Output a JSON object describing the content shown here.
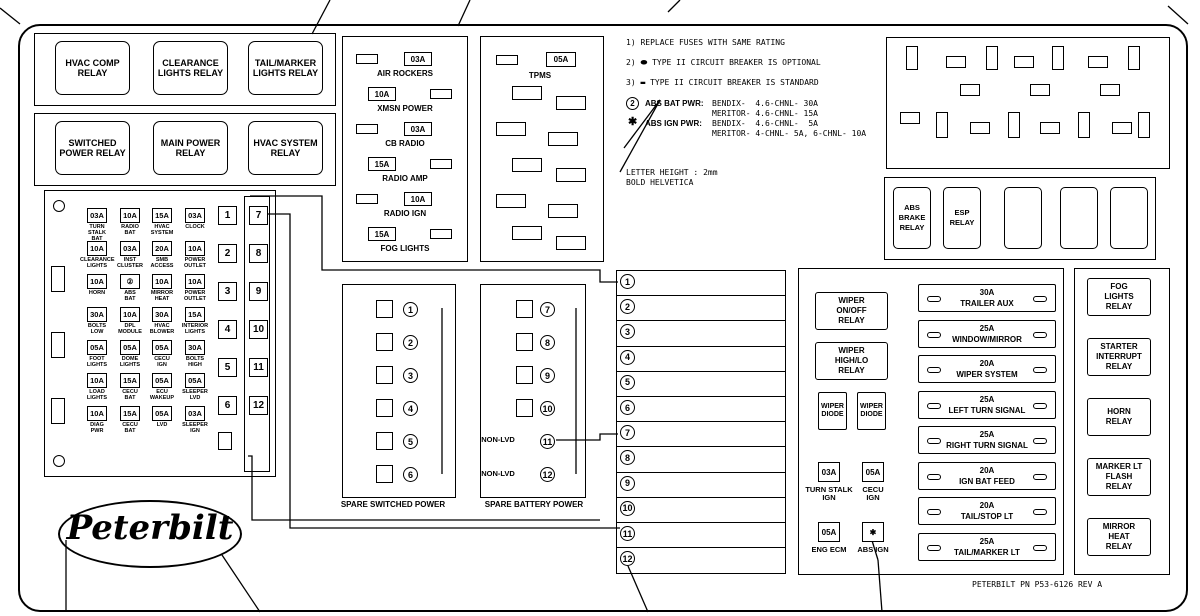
{
  "relays_top": [
    "HVAC COMP\nRELAY",
    "CLEARANCE\nLIGHTS RELAY",
    "TAIL/MARKER\nLIGHTS RELAY"
  ],
  "relays_second": [
    "SWITCHED\nPOWER RELAY",
    "MAIN POWER\nRELAY",
    "HVAC SYSTEM\nRELAY"
  ],
  "fuse_grid": [
    [
      {
        "amp": "03A",
        "label": "TURN STALK\nBAT"
      },
      {
        "amp": "10A",
        "label": "RADIO\nBAT"
      },
      {
        "amp": "15A",
        "label": "HVAC\nSYSTEM"
      },
      {
        "amp": "03A",
        "label": "CLOCK"
      }
    ],
    [
      {
        "amp": "10A",
        "label": "CLEARANCE\nLIGHTS"
      },
      {
        "amp": "03A",
        "label": "INST\nCLUSTER"
      },
      {
        "amp": "20A",
        "label": "SMB\nACCESS"
      },
      {
        "amp": "10A",
        "label": "POWER\nOUTLET"
      }
    ],
    [
      {
        "amp": "10A",
        "label": "HORN"
      },
      {
        "amp": "②",
        "label": "ABS\nBAT"
      },
      {
        "amp": "10A",
        "label": "MIRROR\nHEAT"
      },
      {
        "amp": "10A",
        "label": "POWER\nOUTLET"
      }
    ],
    [
      {
        "amp": "30A",
        "label": "BOLTS\nLOW"
      },
      {
        "amp": "10A",
        "label": "DPL\nMODULE"
      },
      {
        "amp": "30A",
        "label": "HVAC\nBLOWER"
      },
      {
        "amp": "15A",
        "label": "INTERIOR\nLIGHTS"
      }
    ],
    [
      {
        "amp": "05A",
        "label": "FOOT\nLIGHTS"
      },
      {
        "amp": "05A",
        "label": "DOME\nLIGHTS"
      },
      {
        "amp": "05A",
        "label": "CECU\nIGN"
      },
      {
        "amp": "30A",
        "label": "BOLTS\nHIGH"
      }
    ],
    [
      {
        "amp": "10A",
        "label": "LOAD\nLIGHTS"
      },
      {
        "amp": "15A",
        "label": "CECU\nBAT"
      },
      {
        "amp": "05A",
        "label": "ECU\nWAKEUP"
      },
      {
        "amp": "05A",
        "label": "SLEEPER\nLVD"
      }
    ],
    [
      {
        "amp": "10A",
        "label": "DIAG\nPWR"
      },
      {
        "amp": "15A",
        "label": "CECU\nBAT"
      },
      {
        "amp": "05A",
        "label": "LVD"
      },
      {
        "amp": "03A",
        "label": "SLEEPER\nIGN"
      }
    ]
  ],
  "grid_numbers_left": [
    "1",
    "2",
    "3",
    "4",
    "5",
    "6"
  ],
  "grid_numbers_right": [
    "7",
    "8",
    "9",
    "10",
    "11",
    "12"
  ],
  "panel_a": {
    "fuses": [
      {
        "amp": "03A",
        "label": "AIR ROCKERS"
      },
      {
        "amp": "10A",
        "label": "XMSN POWER"
      },
      {
        "amp": "03A",
        "label": "CB RADIO"
      },
      {
        "amp": "15A",
        "label": "RADIO AMP"
      },
      {
        "amp": "10A",
        "label": "RADIO IGN"
      },
      {
        "amp": "15A",
        "label": "FOG LIGHTS"
      }
    ]
  },
  "panel_b": {
    "fuse_amp": "05A",
    "fuse_label": "TPMS"
  },
  "notes": [
    "1) REPLACE FUSES WITH SAME RATING",
    "2) ⬬ TYPE II CIRCUIT BREAKER IS OPTIONAL",
    "3) ▬ TYPE II CIRCUIT BREAKER IS STANDARD"
  ],
  "abs_notes": {
    "bat_label": "ABS BAT PWR:",
    "bat_lines": [
      "BENDIX-  4.6-CHNL- 30A",
      "MERITOR- 4.6-CHNL- 15A"
    ],
    "ign_label": "ABS IGN PWR:",
    "ign_lines": [
      "BENDIX-  4.6-CHNL-  5A",
      "MERITOR- 4-CHNL- 5A, 6-CHNL- 10A"
    ],
    "letter_height": "LETTER HEIGHT : 2mm",
    "font_note": "BOLD HELVETICA"
  },
  "spare_switched": {
    "label": "SPARE SWITCHED POWER",
    "numbers": [
      "1",
      "2",
      "3",
      "4",
      "5",
      "6"
    ]
  },
  "spare_battery": {
    "label": "SPARE BATTERY POWER",
    "numbers": [
      "7",
      "8",
      "9",
      "10",
      "11",
      "12"
    ],
    "lvd_labels": [
      "NON-LVD",
      "NON-LVD"
    ]
  },
  "center_strip_numbers": [
    "1",
    "2",
    "3",
    "4",
    "5",
    "6",
    "7",
    "8",
    "9",
    "10",
    "11",
    "12"
  ],
  "abs_esp_relays": [
    "ABS\nBRAKE\nRELAY",
    "ESP\nRELAY"
  ],
  "right_block_relays": [
    "WIPER\nON/OFF\nRELAY",
    "WIPER\nHIGH/LO\nRELAY"
  ],
  "diodes": [
    "WIPER\nDIODE",
    "WIPER\nDIODE"
  ],
  "small_fuses": [
    {
      "amp": "03A",
      "label": "TURN STALK\nIGN"
    },
    {
      "amp": "05A",
      "label": "CECU\nIGN"
    },
    {
      "amp": "05A",
      "label": "ENG ECM"
    },
    {
      "amp": "✱",
      "label": "ABS IGN"
    }
  ],
  "circuit_breakers": [
    {
      "amp": "30A",
      "name": "TRAILER AUX"
    },
    {
      "amp": "25A",
      "name": "WINDOW/MIRROR"
    },
    {
      "amp": "20A",
      "name": "WIPER SYSTEM"
    },
    {
      "amp": "25A",
      "name": "LEFT TURN SIGNAL"
    },
    {
      "amp": "25A",
      "name": "RIGHT TURN SIGNAL"
    },
    {
      "amp": "20A",
      "name": "IGN BAT FEED"
    },
    {
      "amp": "20A",
      "name": "TAIL/STOP LT"
    },
    {
      "amp": "25A",
      "name": "TAIL/MARKER LT"
    }
  ],
  "right_relays": [
    "FOG\nLIGHTS\nRELAY",
    "STARTER\nINTERRUPT\nRELAY",
    "HORN\nRELAY",
    "MARKER LT\nFLASH\nRELAY",
    "MIRROR\nHEAT\nRELAY"
  ],
  "logo_text": "Peterbilt",
  "part_number": "PETERBILT PN P53-6126 REV A"
}
